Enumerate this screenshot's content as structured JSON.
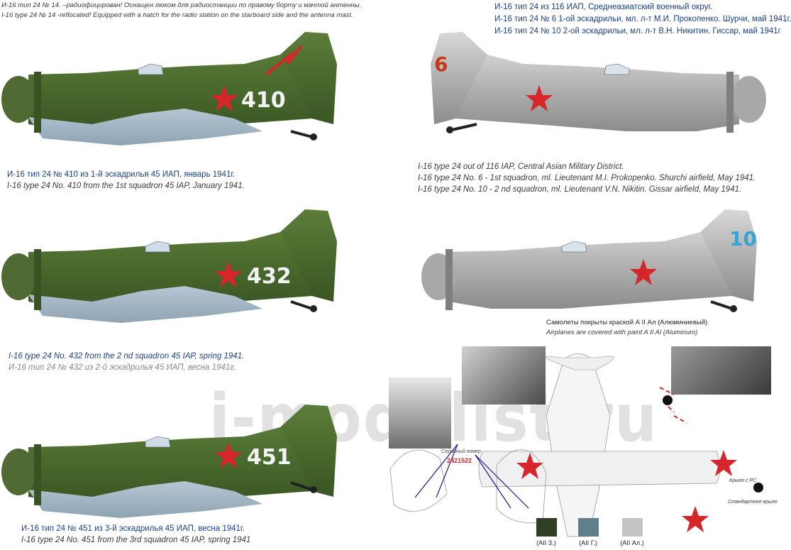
{
  "header": {
    "top_ru": "И-16 тип 24 № 14. –радиофицирован! Оснащен люком для радиостанции по правому борту и мачтой антенны.",
    "top_en": "I-16 type 24 № 14 -reflocated! Equipped with a hatch for the radio station on the starboard side and the antenna mast."
  },
  "right_header": {
    "line1": "И-16 тип 24 из 116 ИАП, Среднеазиатский военный округ.",
    "line2": "И-16 тип 24 № 6  1-ой эскадрильи, мл. л-т М.И. Прокопенко. Шурчи, май 1941г.",
    "line3": "И-16 тип 24 № 10  2-ой эскадрильи,  мл. л-т В.Н. Никитин.  Гиссар, май 1941г"
  },
  "planes": {
    "p410": {
      "number": "410",
      "caption_ru": "И-16 тип 24 № 410 из 1-й эскадрилья 45 ИАП, январь 1941г.",
      "caption_en": "I-16 type 24 No. 410 from the 1st squadron 45 IAP, January 1941."
    },
    "p432": {
      "number": "432",
      "caption_en": "I-16 type 24 No. 432 from the 2 nd squadron 45 IAP, spring 1941.",
      "caption_ru": "И-16 тип 24 № 432 из 2-й эскадрилья 45 ИАП, весна 1941г."
    },
    "p451": {
      "number": "451",
      "caption_ru": "И-16 тип 24 № 451 из 3-й эскадрилья 45 ИАП, весна 1941г.",
      "caption_en": "I-16 type 24 No. 451 from the 3rd squadron 45 IAP, spring 1941"
    },
    "p6": {
      "number": "6"
    },
    "p10": {
      "number": "10"
    }
  },
  "right_caption": {
    "line1": "I-16 type 24 out of 116 IAP, Central Asian Military District.",
    "line2": "I-16 type 24 No. 6 - 1st squadron, ml. Lieutenant M.I. Prokopenko. Shurchi airfield, May 1941.",
    "line3": "I-16 type 24 No. 10 - 2 nd squadron, ml. Lieutenant V.N. Nikitin. Gissar airfield, May 1941."
  },
  "paint_note": {
    "ru": "Самолеты  покрыты краской А II Ал (Алюминиевый)",
    "en": "Airplanes are covered with paint A II Al (Aluminum)"
  },
  "diagram": {
    "serial_label": "Серийный номер",
    "serial_number": "2421522",
    "wing_rs_label": "Крыло с РС",
    "standard_wing_label": "Стандартное крыло"
  },
  "swatches": [
    {
      "label": "(АII З.)",
      "color": "#2e3f26"
    },
    {
      "label": "(АII Г.)",
      "color": "#5f7f8c"
    },
    {
      "label": "(АII Ал.)",
      "color": "#c4c4c4"
    }
  ],
  "watermark": "i-modelist.ru",
  "colors": {
    "green": "#4a6b2e",
    "under_blue": "#a9bccb",
    "silver": "#b8b8b8",
    "star_red": "#d7262b"
  }
}
